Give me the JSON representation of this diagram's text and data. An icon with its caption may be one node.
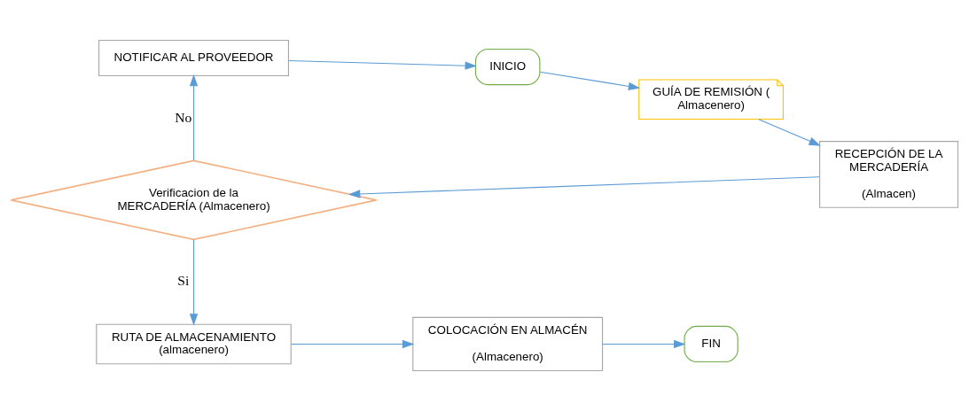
{
  "diagram": {
    "nodes": [
      {
        "text": [
          "NOTIFICAR AL PROVEEDOR"
        ]
      },
      {
        "text": [
          "INICIO"
        ]
      },
      {
        "text": [
          "GUÍA DE REMISIÓN ( Almacenero)"
        ]
      },
      {
        "text": [
          "RECEPCIÓN DE LA MERCADERÍA",
          "(Almacen)"
        ]
      },
      {
        "text": [
          "Verificacion de la MERCADERÍA (Almacenero)"
        ]
      },
      {
        "text": [
          "RUTA DE ALMACENAMIENTO (almacenero)"
        ]
      },
      {
        "text": [
          "COLOCACIÓN EN ALMACÉN",
          "(Almacenero)"
        ]
      },
      {
        "text": [
          "FIN"
        ]
      }
    ],
    "edges": [
      {
        "from": 0,
        "to": 1,
        "arrow": "to"
      },
      {
        "from": 1,
        "to": 2,
        "arrow": "to"
      },
      {
        "from": 2,
        "to": 3,
        "arrow": "to"
      },
      {
        "from": 3,
        "to": 4,
        "arrow": "to"
      },
      {
        "from": 4,
        "to": 0,
        "arrow": "to",
        "label": "No"
      },
      {
        "from": 4,
        "to": 5,
        "arrow": "to",
        "label": "Si"
      },
      {
        "from": 5,
        "to": 6,
        "arrow": "to"
      },
      {
        "from": 6,
        "to": 7,
        "arrow": "to"
      }
    ]
  }
}
